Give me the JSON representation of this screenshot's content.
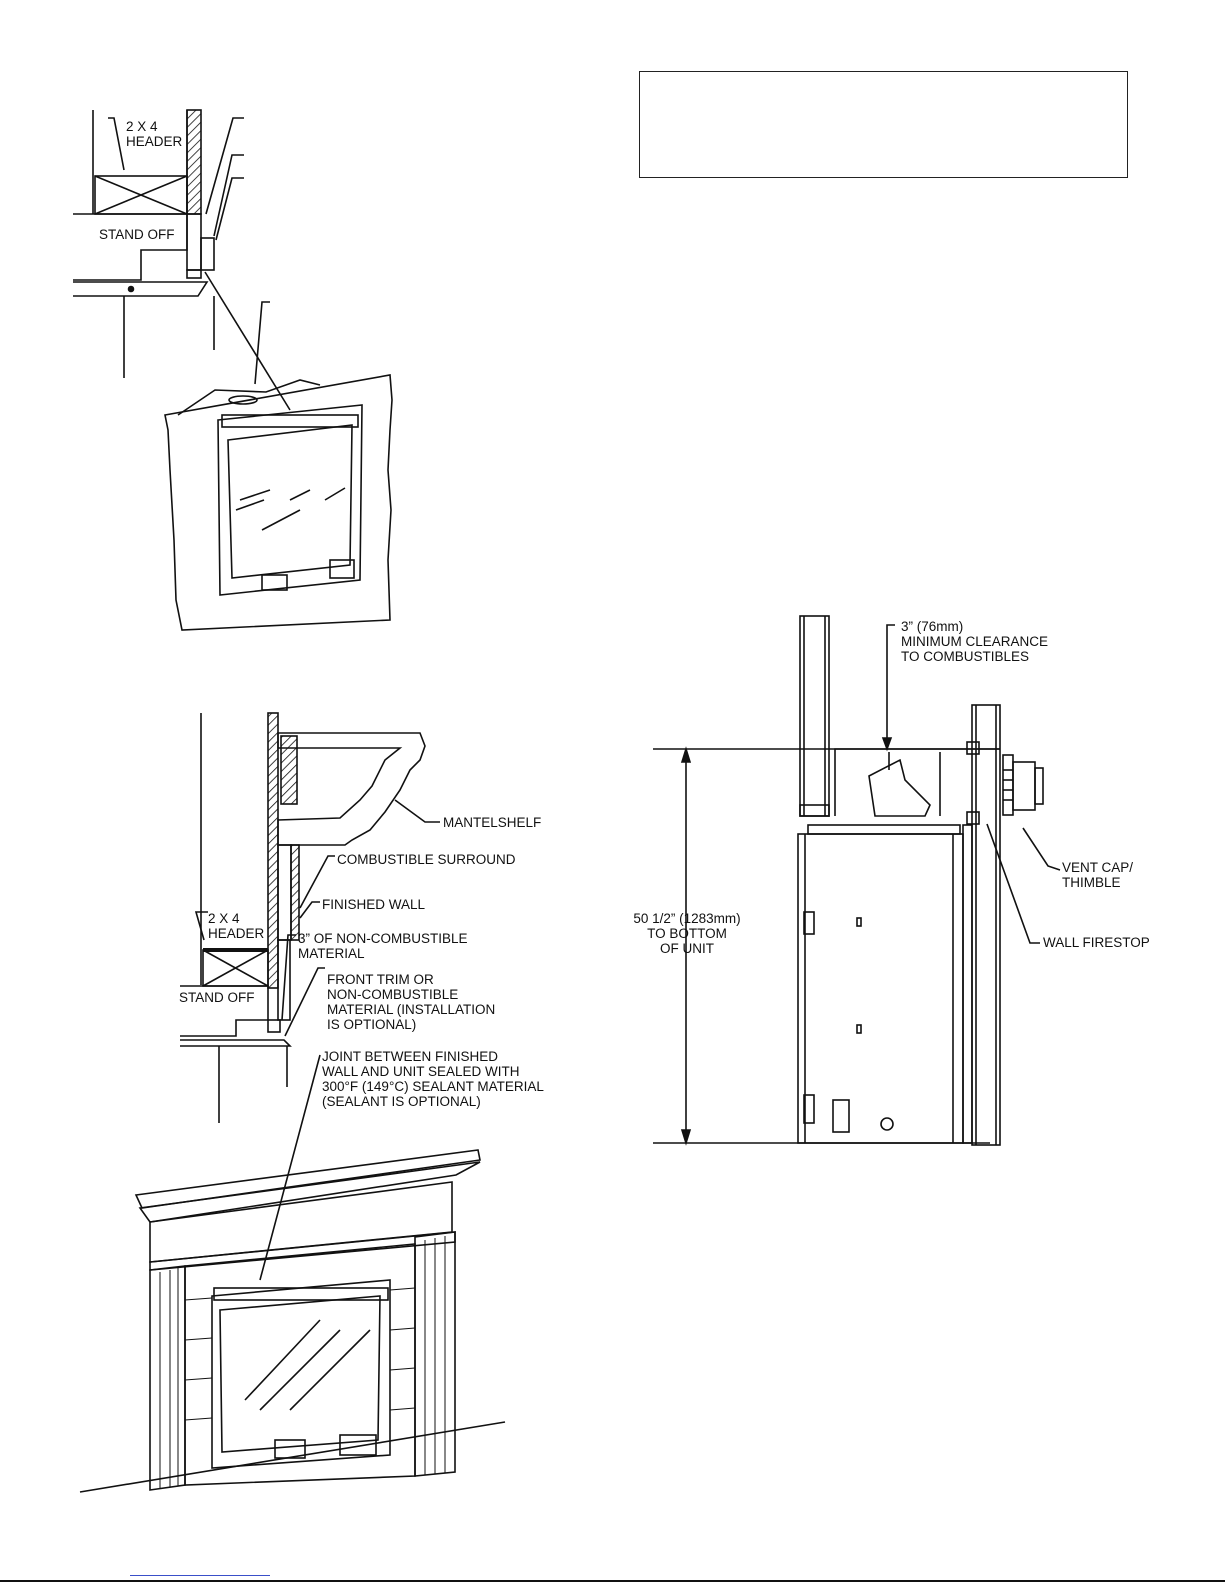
{
  "labels": {
    "header_2x4_top": "2 X 4\nHEADER",
    "standoff_top": "STAND OFF",
    "clearance": "3” (76mm)\nMINIMUM CLEARANCE\nTO COMBUSTIBLES",
    "vent_cap": "VENT CAP/\nTHIMBLE",
    "height_dim": "50 1/2” (1283mm)\nTO BOTTOM\nOF UNIT",
    "wall_firestop": "WALL FIRESTOP",
    "mantelshelf": "MANTELSHELF",
    "combustible_surround": "COMBUSTIBLE SURROUND",
    "finished_wall": "FINISHED WALL",
    "header_2x4_bottom": "2 X 4\nHEADER",
    "noncombustible": "3” OF NON-COMBUSTIBLE\nMATERIAL",
    "standoff_bottom": "STAND OFF",
    "front_trim": "FRONT TRIM OR\nNON-COMBUSTIBLE\nMATERIAL (INSTALLATION\nIS OPTIONAL)",
    "joint_sealed": "JOINT BETWEEN FINISHED\nWALL AND UNIT SEALED WITH\n300°F (149°C) SEALANT MATERIAL\n(SEALANT IS OPTIONAL)"
  },
  "colors": {
    "ink": "#111111",
    "link": "#3a4fc9"
  }
}
